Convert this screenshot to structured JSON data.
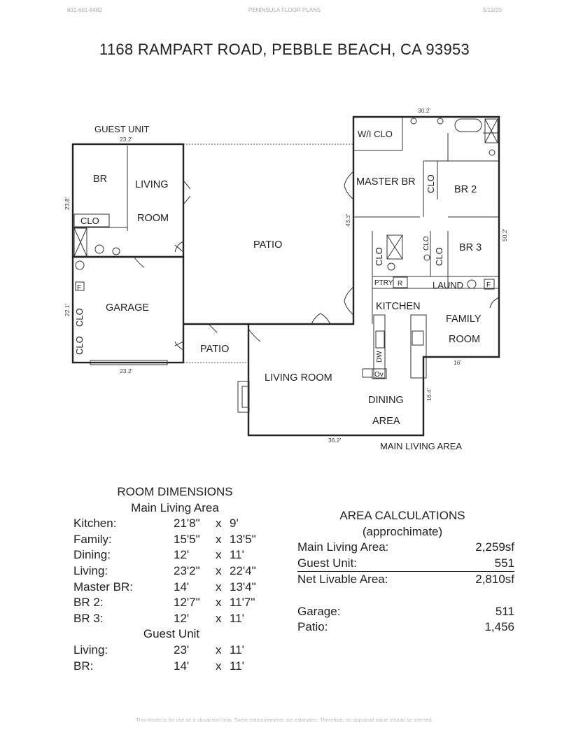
{
  "header": {
    "phone": "831-601-8482",
    "company": "PENINSULA FLOOR PLANS",
    "date": "5/19/20"
  },
  "title": "1168 RAMPART ROAD, PEBBLE BEACH, CA  93953",
  "plan": {
    "guest_unit_label": "GUEST UNIT",
    "main_living_label": "MAIN LIVING AREA",
    "rooms": {
      "br": "BR",
      "living": "LIVING",
      "room": "ROOM",
      "clo": "CLO",
      "garage": "GARAGE",
      "patio": "PATIO",
      "patio_small": "PATIO",
      "wi_clo": "W/I CLO",
      "master_br": "MASTER BR",
      "br2": "BR 2",
      "br3": "BR 3",
      "kitchen": "KITCHEN",
      "family": "FAMILY",
      "family_room": "ROOM",
      "living_room": "LIVING ROOM",
      "dining": "DINING",
      "area": "AREA",
      "laund": "LAUND",
      "ptry": "PTRY",
      "r": "R",
      "f": "F",
      "dw": "DW",
      "ov": "Ov"
    },
    "dimensions": {
      "guest_top": "23.2'",
      "guest_side": "23.8'",
      "garage_side": "22.1'",
      "garage_bottom": "23.2'",
      "main_top": "30.2'",
      "main_mid": "43.3'",
      "main_right": "50.2'",
      "family_bottom": "16'",
      "dining_side": "16.4'",
      "living_bottom": "36.2'"
    }
  },
  "room_dimensions": {
    "title": "ROOM DIMENSIONS",
    "main_heading": "Main Living Area",
    "main_rows": [
      {
        "name": "Kitchen:",
        "a": "21'8\"",
        "x": "x",
        "b": "9'"
      },
      {
        "name": "Family:",
        "a": "15'5\"",
        "x": "x",
        "b": "13'5\""
      },
      {
        "name": "Dining:",
        "a": "12'",
        "x": "x",
        "b": "11'"
      },
      {
        "name": "Living:",
        "a": "23'2\"",
        "x": "x",
        "b": "22'4\""
      },
      {
        "name": "Master BR:",
        "a": "14'",
        "x": "x",
        "b": "13'4\""
      },
      {
        "name": "BR 2:",
        "a": "12'7\"",
        "x": "x",
        "b": "11'7\""
      },
      {
        "name": "BR 3:",
        "a": "12'",
        "x": "x",
        "b": "11'"
      }
    ],
    "guest_heading": "Guest Unit",
    "guest_rows": [
      {
        "name": "Living:",
        "a": "23'",
        "x": "x",
        "b": "11'"
      },
      {
        "name": "BR:",
        "a": "14'",
        "x": "x",
        "b": "11'"
      }
    ]
  },
  "area_calculations": {
    "title": "AREA CALCULATIONS",
    "subtitle": "(approchimate)",
    "rows": [
      {
        "name": "Main Living Area:",
        "value": "2,259sf"
      },
      {
        "name": "Guest Unit:",
        "value": "551"
      },
      {
        "name": "Net Livable Area:",
        "value": "2,810sf"
      },
      {
        "name": "Garage:",
        "value": "511"
      },
      {
        "name": "Patio:",
        "value": "1,456"
      }
    ]
  },
  "disclaimer": "This model is for use as a visual tool only.  Some measurements are estimates.  Therefore, no appraisal value should be inferred."
}
